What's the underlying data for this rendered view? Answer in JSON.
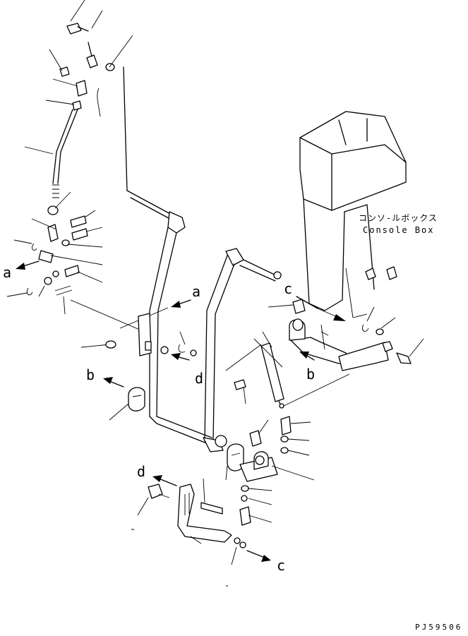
{
  "console_box": {
    "label_jp": "コンソ-ルボックス",
    "label_en": "Console Box"
  },
  "callouts": {
    "a_left": "a",
    "a_mid": "a",
    "b_left": "b",
    "b_mid": "b",
    "c_top": "c",
    "c_bottom": "c",
    "d_mid": "d",
    "d_bottom": "d"
  },
  "drawing_code": "PJ59506"
}
